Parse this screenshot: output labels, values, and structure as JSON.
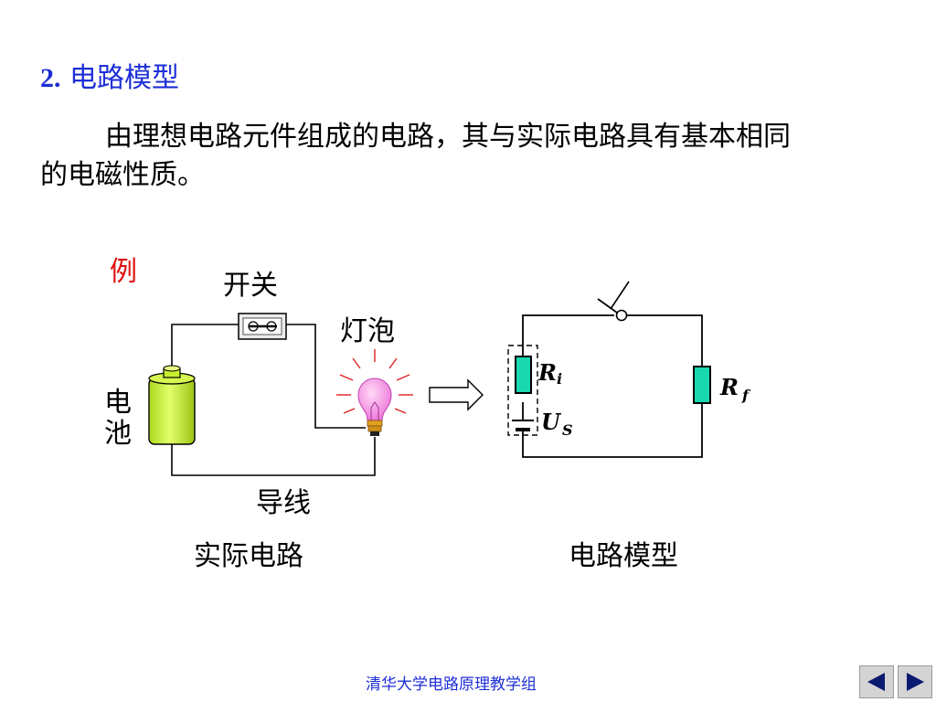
{
  "heading": {
    "number": "2.",
    "title": "电路模型"
  },
  "paragraph": {
    "line1": "由理想电路元件组成的电路，其与实际电路具有基本相同",
    "line2": "的电磁性质。"
  },
  "example_label": "例",
  "actual_circuit": {
    "switch_label": "开关",
    "bulb_label": "灯泡",
    "battery_label_1": "电",
    "battery_label_2": "池",
    "wire_label": "导线",
    "caption": "实际电路"
  },
  "model_circuit": {
    "ri_main": "R",
    "ri_sub": "i",
    "us_main": "U",
    "us_sub": "S",
    "rf_main": "R",
    "rf_sub": "f",
    "caption": "电路模型"
  },
  "footer": "清华大学电路原理教学组",
  "colors": {
    "heading": "#1e2fd6",
    "example": "#e01010",
    "resistor_fill": "#19d8b0",
    "battery_fill": "#c8f030",
    "bulb_fill": "#f090e0",
    "bulb_rays": "#e02020"
  },
  "icons": {
    "prev": "triangle-left-icon",
    "next": "triangle-right-icon"
  }
}
